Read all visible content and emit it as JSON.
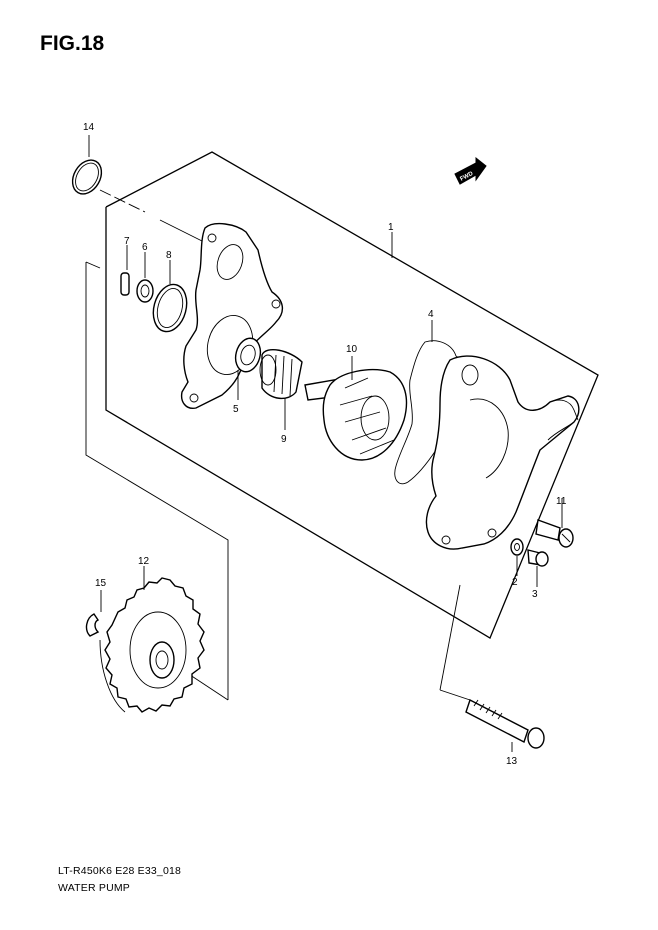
{
  "figure": {
    "title": "FIG.18"
  },
  "footer": {
    "model_code": "LT-R450K6 E28 E33_018",
    "section_name": "WATER PUMP"
  },
  "fwd_label": "FWD",
  "callouts": [
    {
      "id": "1",
      "label": "1"
    },
    {
      "id": "2",
      "label": "2"
    },
    {
      "id": "3",
      "label": "3"
    },
    {
      "id": "4",
      "label": "4"
    },
    {
      "id": "5",
      "label": "5"
    },
    {
      "id": "6",
      "label": "6"
    },
    {
      "id": "7",
      "label": "7"
    },
    {
      "id": "8",
      "label": "8"
    },
    {
      "id": "9",
      "label": "9"
    },
    {
      "id": "10",
      "label": "10"
    },
    {
      "id": "11",
      "label": "11"
    },
    {
      "id": "12",
      "label": "12"
    },
    {
      "id": "13",
      "label": "13"
    },
    {
      "id": "14",
      "label": "14"
    },
    {
      "id": "15",
      "label": "15"
    }
  ]
}
